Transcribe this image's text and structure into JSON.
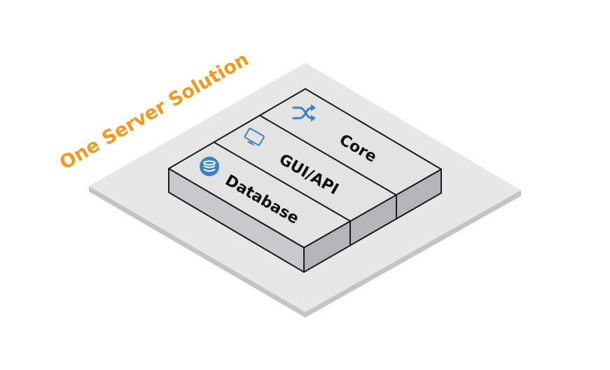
{
  "diagram": {
    "title": "One Server Solution",
    "layers": [
      {
        "label": "Database",
        "icon": "database-icon"
      },
      {
        "label": "GUI/API",
        "icon": "monitor-icon"
      },
      {
        "label": "Core",
        "icon": "shuffle-icon"
      }
    ]
  },
  "colors": {
    "title": "#f39a1e",
    "platform_top": "#e7e7e8",
    "platform_shadow": "#c4c4c6",
    "block_top": "#e3e3e4",
    "block_side_left": "#c9c9cb",
    "block_side_right": "#b5b5b7",
    "outline": "#1a1a1a",
    "icon": "#3b82c4"
  }
}
